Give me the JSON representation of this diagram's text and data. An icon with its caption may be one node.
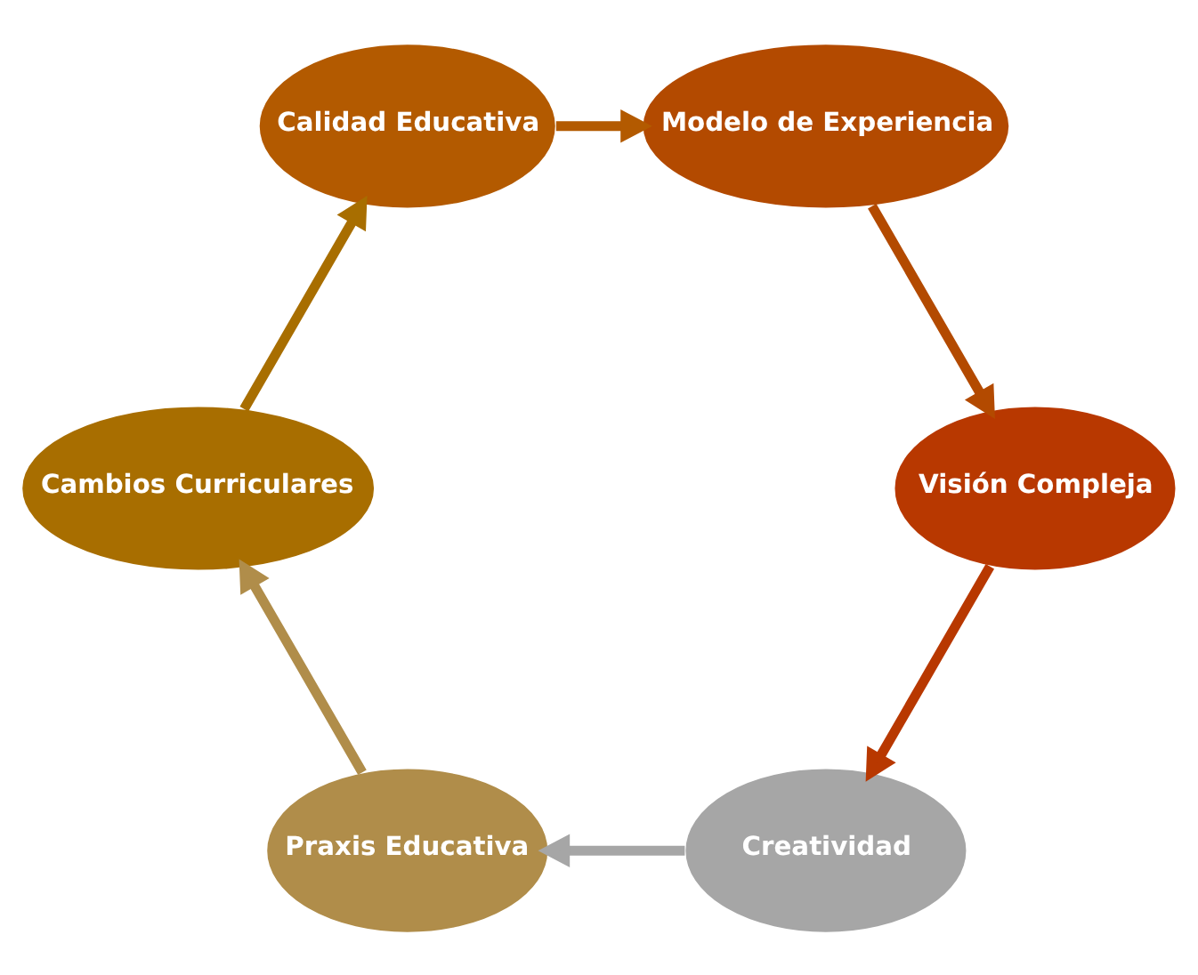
{
  "diagram": {
    "nodes": [
      {
        "text": [
          "Creatividad"
        ]
      },
      {
        "text": [
          "Praxis Educativa"
        ]
      },
      {
        "text": [
          "Cambios Curriculares"
        ]
      },
      {
        "text": [
          "Calidad Educativa"
        ]
      },
      {
        "text": [
          "Modelo de Experiencia"
        ]
      },
      {
        "text": [
          "Visión Compleja"
        ]
      }
    ],
    "edges": [
      {
        "from": 0,
        "to": 1,
        "arrow": "to",
        "color": "#a6a6a6"
      },
      {
        "from": 1,
        "to": 2,
        "arrow": "to",
        "color": "#b08d4a"
      },
      {
        "from": 2,
        "to": 3,
        "arrow": "to",
        "color": "#a86e00"
      },
      {
        "from": 3,
        "to": 4,
        "arrow": "to",
        "color": "#b35a00"
      },
      {
        "from": 4,
        "to": 5,
        "arrow": "to",
        "color": "#b34a00"
      },
      {
        "from": 5,
        "to": 0,
        "arrow": "to",
        "color": "#b83800"
      }
    ]
  }
}
